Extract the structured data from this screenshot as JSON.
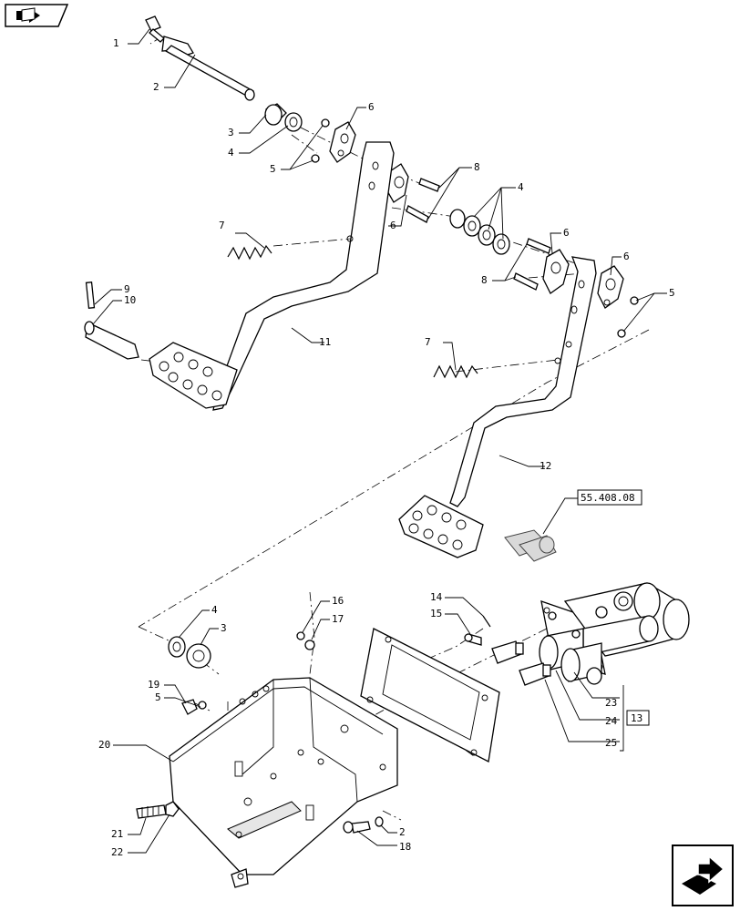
{
  "callouts": [
    {
      "id": "c1",
      "text": "1"
    },
    {
      "id": "c2a",
      "text": "2"
    },
    {
      "id": "c3a",
      "text": "3"
    },
    {
      "id": "c4a",
      "text": "4"
    },
    {
      "id": "c5a",
      "text": "5"
    },
    {
      "id": "c6a",
      "text": "6"
    },
    {
      "id": "c8a",
      "text": "8"
    },
    {
      "id": "c6b",
      "text": "6"
    },
    {
      "id": "c4b",
      "text": "4"
    },
    {
      "id": "c7a",
      "text": "7"
    },
    {
      "id": "c9",
      "text": "9"
    },
    {
      "id": "c10",
      "text": "10"
    },
    {
      "id": "c11",
      "text": "11"
    },
    {
      "id": "c6c",
      "text": "6"
    },
    {
      "id": "c6d",
      "text": "6"
    },
    {
      "id": "c8b",
      "text": "8"
    },
    {
      "id": "c5b",
      "text": "5"
    },
    {
      "id": "c7b",
      "text": "7"
    },
    {
      "id": "c12",
      "text": "12"
    },
    {
      "id": "c4c",
      "text": "4"
    },
    {
      "id": "c3b",
      "text": "3"
    },
    {
      "id": "c16",
      "text": "16"
    },
    {
      "id": "c17",
      "text": "17"
    },
    {
      "id": "c14",
      "text": "14"
    },
    {
      "id": "c15",
      "text": "15"
    },
    {
      "id": "c19",
      "text": "19"
    },
    {
      "id": "c5c",
      "text": "5"
    },
    {
      "id": "c20",
      "text": "20"
    },
    {
      "id": "c23",
      "text": "23"
    },
    {
      "id": "c24",
      "text": "24"
    },
    {
      "id": "c25",
      "text": "25"
    },
    {
      "id": "c21",
      "text": "21"
    },
    {
      "id": "c22",
      "text": "22"
    },
    {
      "id": "c2b",
      "text": "2"
    },
    {
      "id": "c18",
      "text": "18"
    }
  ],
  "boxed_callouts": {
    "ref_section": "55.408.08",
    "assembly_13": "13"
  },
  "icons": {
    "top_left": "book-arrow-icon",
    "bottom_right": "next-page-arrow-icon"
  }
}
